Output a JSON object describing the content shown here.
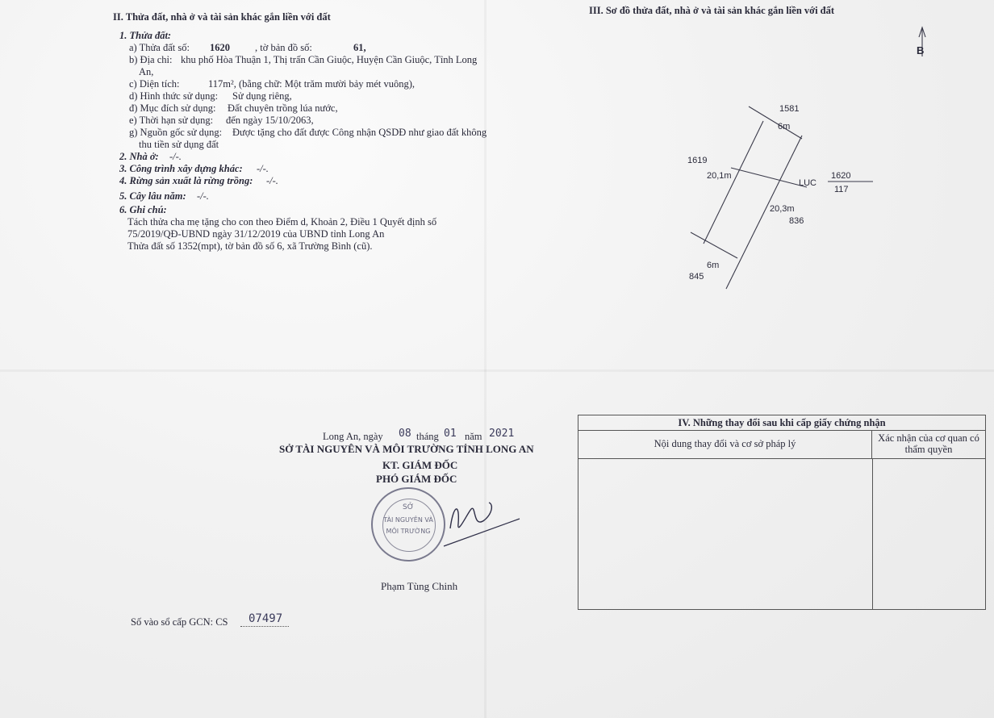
{
  "section2": {
    "heading": "II. Thửa đất, nhà ở và tài sản khác gắn liền với đất",
    "land_heading": "1. Thửa đất:",
    "parcel_label": "a) Thửa đất số:",
    "parcel_no": "1620",
    "map_label": ", tờ bản đồ số:",
    "map_no": "61,",
    "address_label": "b) Địa chỉ:",
    "address_line1": "khu phố Hòa Thuận 1, Thị trấn Cần Giuộc, Huyện Cần Giuộc, Tỉnh Long",
    "address_line2": "An,",
    "area_label": "c) Diện tích:",
    "area_value": "117m², (bằng chữ: Một trăm mười bảy mét vuông),",
    "form_label": "d) Hình thức sử dụng:",
    "form_value": "Sử dụng riêng,",
    "purpose_label": "đ) Mục đích sử dụng:",
    "purpose_value": "Đất chuyên trồng lúa nước,",
    "term_label": "e) Thời hạn sử dụng:",
    "term_value": "đến ngày 15/10/2063,",
    "origin_label": "g) Nguồn gốc sử dụng:",
    "origin_value": "Được tặng cho đất được Công nhận QSDĐ như giao đất không",
    "origin_line2": "thu tiền sử dụng đất",
    "house_label": "2. Nhà ở:",
    "house_value": "-/-.",
    "construction_label": "3. Công trình xây dựng khác:",
    "construction_value": "-/-.",
    "forest_label": "4. Rừng sản xuất là rừng trồng:",
    "forest_value": "-/-.",
    "trees_label": "5. Cây lâu năm:",
    "trees_value": "-/-.",
    "notes_label": "6. Ghi chú:",
    "notes_line1": "Tách thửa cha mẹ tặng cho con theo Điểm d, Khoản 2, Điều 1 Quyết định số",
    "notes_line2": "75/2019/QĐ-UBND ngày 31/12/2019 của UBND tỉnh Long An",
    "notes_line3": "Thửa đất số 1352(mpt), tờ bản đồ số 6, xã Trường Bình (cũ)."
  },
  "section3": {
    "heading": "III. Sơ đồ thửa đất, nhà ở và tài sản khác gắn liền với đất",
    "north": "B",
    "labels": {
      "n1581": "1581",
      "top_width": "6m",
      "n1619": "1619",
      "left_len": "20,1m",
      "luc": "LUC",
      "parcel_no": "1620",
      "parcel_area": "117",
      "right_len": "20,3m",
      "n836": "836",
      "bottom_width": "6m",
      "n845": "845"
    }
  },
  "signature": {
    "place_date": "Long An, ngày",
    "day": "08",
    "month_label": "tháng",
    "month": "01",
    "year_label": "năm",
    "year": "2021",
    "org": "SỞ TÀI NGUYÊN VÀ MÔI TRƯỜNG TỈNH LONG AN",
    "on_behalf": "KT. GIÁM ĐỐC",
    "title": "PHÓ GIÁM ĐỐC",
    "stamp_line1": "SỞ",
    "stamp_line2": "TÀI NGUYÊN VÀ",
    "stamp_line3": "MÔI TRƯỜNG",
    "signer": "Phạm Tùng Chinh",
    "registry_label": "Số vào sổ cấp GCN: CS",
    "registry_no": "07497"
  },
  "section4": {
    "heading": "IV. Những thay đổi sau khi cấp giấy chứng nhận",
    "col1": "Nội dung thay đổi và cơ sở pháp lý",
    "col2": "Xác nhận của cơ quan có thẩm quyền"
  }
}
